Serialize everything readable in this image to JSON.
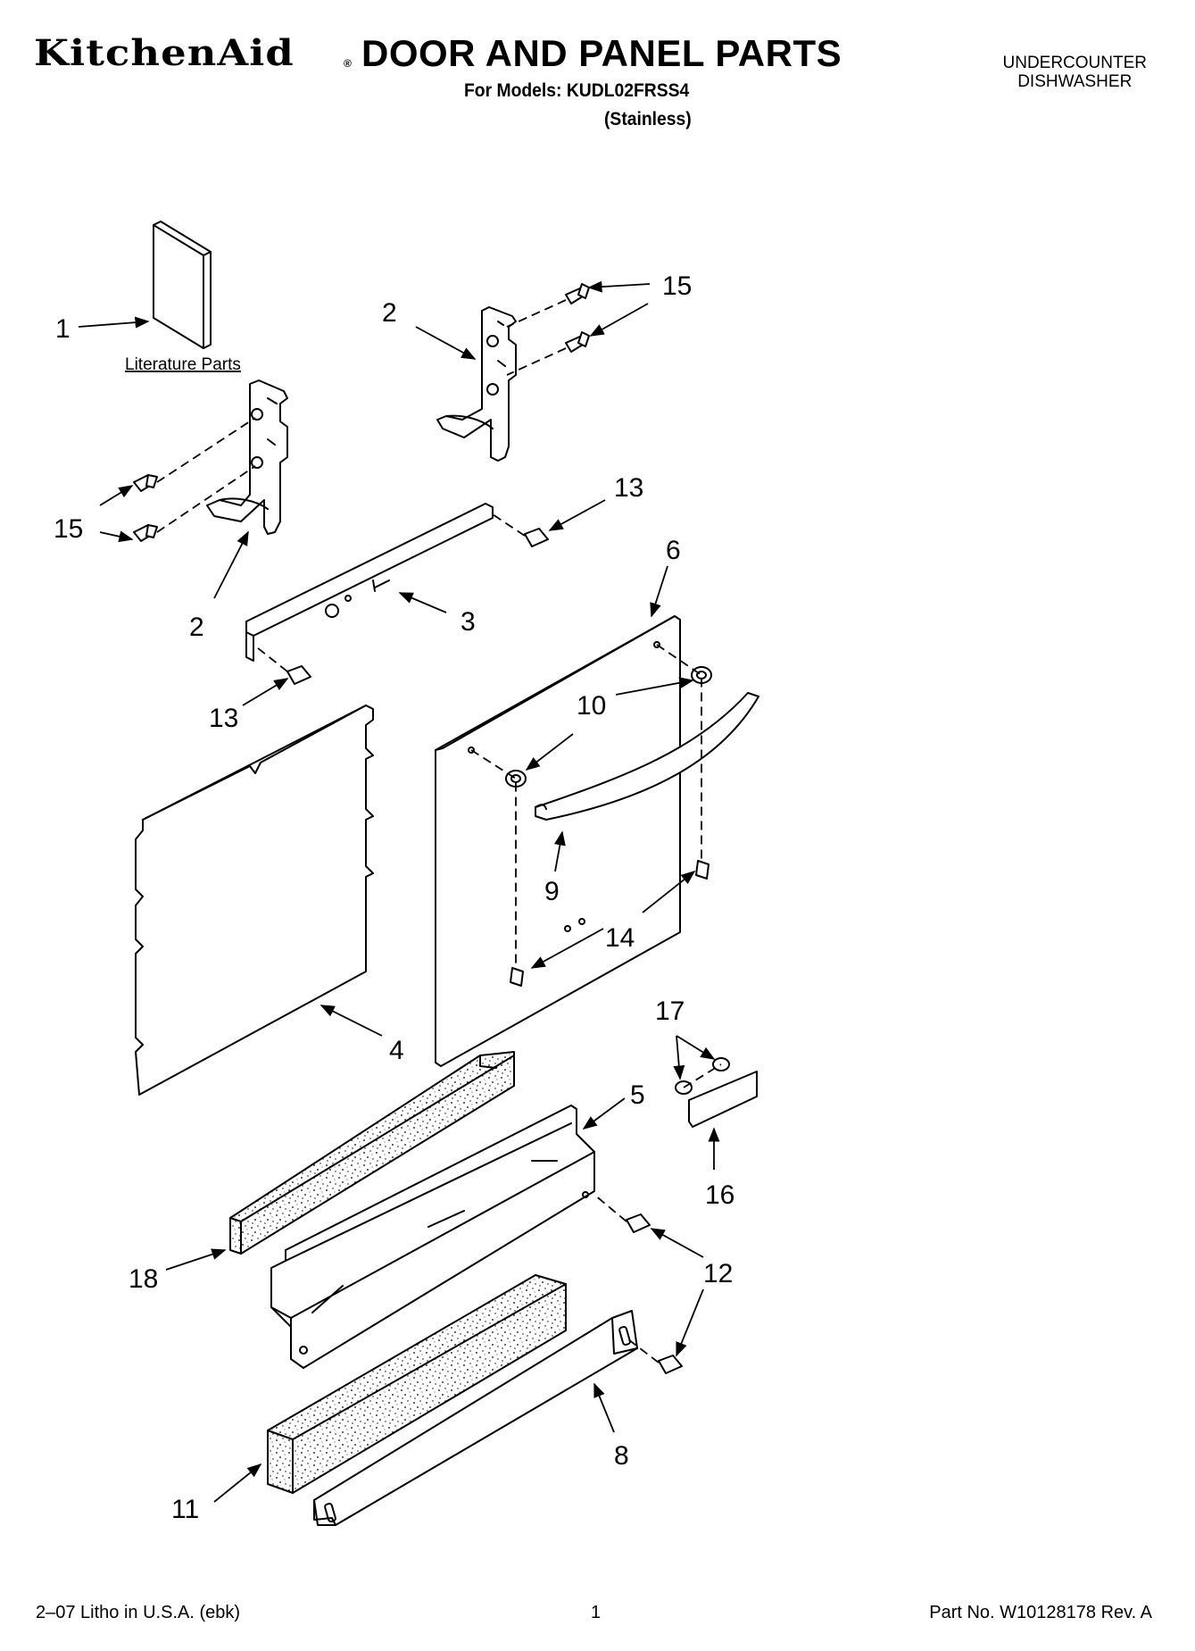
{
  "header": {
    "brand": "KitchenAid",
    "brand_mark": "®",
    "title": "DOOR AND PANEL PARTS",
    "models_line": "For Models: KUDL02FRSS4",
    "variant": "(Stainless)",
    "appliance_line1": "UNDERCOUNTER",
    "appliance_line2": "DISHWASHER"
  },
  "diagram": {
    "literature_label": "Literature Parts",
    "callouts": {
      "c1": "1",
      "c2a": "2",
      "c2b": "2",
      "c3": "3",
      "c4": "4",
      "c5": "5",
      "c6": "6",
      "c8": "8",
      "c9": "9",
      "c10": "10",
      "c11": "11",
      "c12": "12",
      "c13a": "13",
      "c13b": "13",
      "c14": "14",
      "c15a": "15",
      "c15b": "15",
      "c16": "16",
      "c17": "17",
      "c18": "18"
    }
  },
  "footer": {
    "left": "2–07 Litho in U.S.A. (ebk)",
    "page": "1",
    "part_no": "Part No. W10128178 Rev. A"
  }
}
